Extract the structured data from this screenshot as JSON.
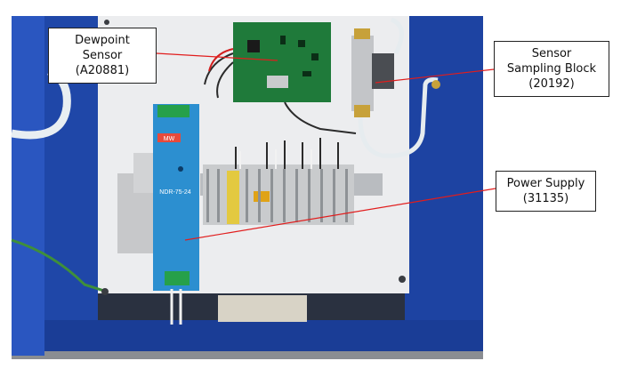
{
  "callouts": {
    "dewpoint": {
      "line1": "Dewpoint",
      "line2": "Sensor",
      "line3": "(A20881)"
    },
    "sensor_block": {
      "line1": "Sensor",
      "line2": "Sampling Block",
      "line3": "(20192)"
    },
    "power_supply": {
      "line1": "Power Supply",
      "line2": "(31135)"
    }
  },
  "device_labels": {
    "power_model": "NDR-75-24",
    "brand_badge": "MW"
  },
  "colors": {
    "enclosure_blue": "#1f47a8",
    "backplate": "#ecedef",
    "pcb_green": "#1f7a3a",
    "power_supply_blue": "#2c8fd0",
    "leader_line": "#e11d1d"
  }
}
